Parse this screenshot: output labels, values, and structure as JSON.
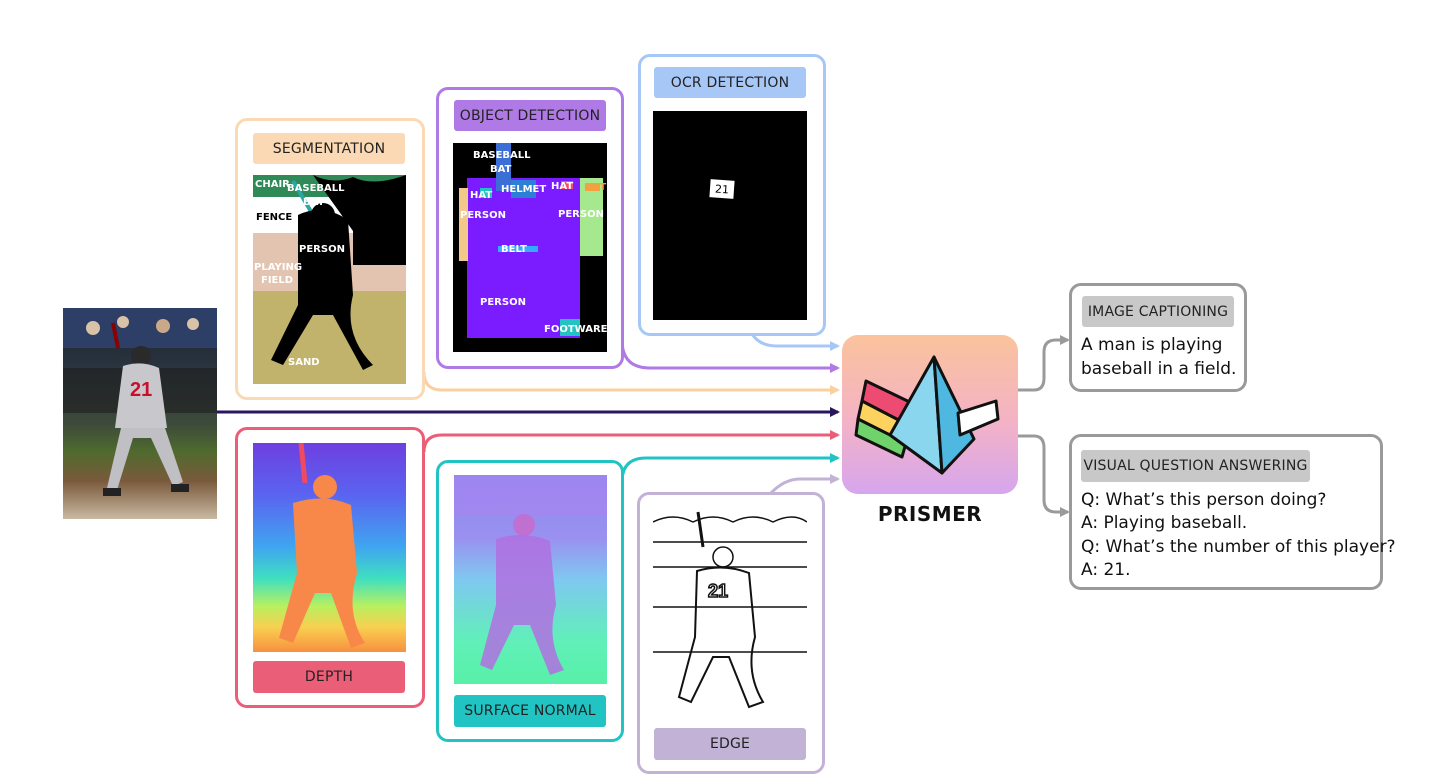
{
  "experts": {
    "segmentation": {
      "label": "SEGMENTATION",
      "tags": [
        "CHAIR",
        "BASEBALL",
        "BAT",
        "FENCE",
        "PERSON",
        "PLAYING",
        "FIELD",
        "SAND"
      ],
      "color": "#fbd9b4"
    },
    "object_detection": {
      "label": "OBJECT DETECTION",
      "tags": [
        "BASEBALL",
        "BAT",
        "HAT",
        "HELMET",
        "HAT",
        "HAT",
        "PERSON",
        "PERSON",
        "BELT",
        "PERSON",
        "FOOTWARE"
      ],
      "color": "#b07ae6"
    },
    "ocr_detection": {
      "label": "OCR DETECTION",
      "text": "21",
      "color": "#a7c7f6"
    },
    "depth": {
      "label": "DEPTH",
      "color": "#ea5e78"
    },
    "surface_normal": {
      "label": "SURFACE NORMAL",
      "color": "#22c3c3"
    },
    "edge": {
      "label": "EDGE",
      "color": "#c2b3d6"
    }
  },
  "input_image": {
    "player_number": "21"
  },
  "model": {
    "name": "PRISMER"
  },
  "outputs": {
    "image_captioning": {
      "label": "IMAGE CAPTIONING",
      "lines": [
        "A man is playing",
        "baseball in a field."
      ]
    },
    "vqa": {
      "label": "VISUAL QUESTION ANSWERING",
      "lines": [
        "Q: What’s this person doing?",
        "A: Playing baseball.",
        "Q: What’s the number of this player?",
        "A: 21."
      ]
    }
  }
}
